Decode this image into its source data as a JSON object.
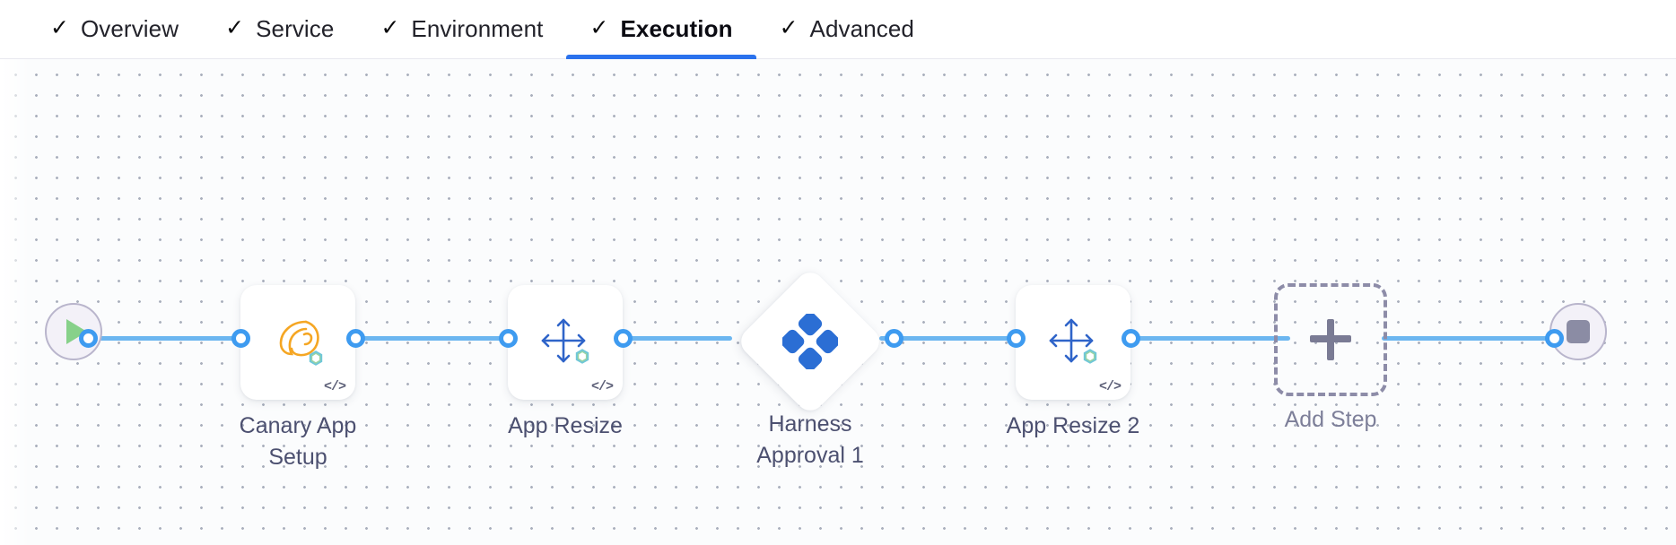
{
  "tabs": [
    {
      "label": "Overview",
      "icon": "check-icon",
      "active": false
    },
    {
      "label": "Service",
      "icon": "check-icon",
      "active": false
    },
    {
      "label": "Environment",
      "icon": "check-icon",
      "active": false
    },
    {
      "label": "Execution",
      "icon": "check-icon",
      "active": true
    },
    {
      "label": "Advanced",
      "icon": "check-icon",
      "active": false
    }
  ],
  "tab_check_glyph": "✓",
  "colors": {
    "accent_blue": "#2b72ed",
    "connector_blue": "#6cb6f0",
    "port_blue": "#3e9bf0",
    "harness_logo_blue": "#2b6ed4",
    "canary_orange": "#f5a623",
    "resize_arrow_blue": "#2f64c9",
    "start_play_green": "#87d18a",
    "stop_square_gray": "#8b8ca4",
    "dashed_border_gray": "#8d8ca8",
    "node_label_gray": "#4c5070",
    "canvas_bg": "#fbfcfd",
    "grid_dot": "#aab0bd"
  },
  "pipeline": {
    "start_node": {
      "name": "start",
      "icon": "play-icon"
    },
    "end_node": {
      "name": "end",
      "icon": "stop-icon"
    },
    "steps": [
      {
        "label": "Canary App\nSetup",
        "icon": "canary-bird-icon",
        "badge": "</>",
        "shape": "card"
      },
      {
        "label": "App Resize",
        "icon": "resize-arrows-icon",
        "badge": "</>",
        "shape": "card"
      },
      {
        "label": "Harness\nApproval 1",
        "icon": "harness-logo-icon",
        "badge": "",
        "shape": "diamond"
      },
      {
        "label": "App Resize 2",
        "icon": "resize-arrows-icon",
        "badge": "</>",
        "shape": "card"
      }
    ],
    "add_step": {
      "label": "Add Step",
      "icon": "plus-icon"
    }
  }
}
